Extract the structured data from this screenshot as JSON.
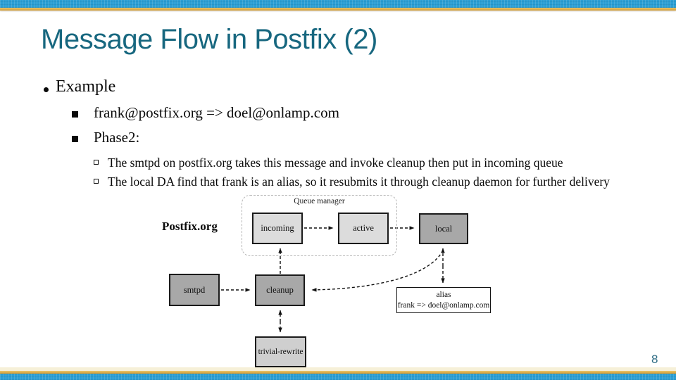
{
  "slide": {
    "title": "Message Flow in Postfix (2)",
    "page_number": "8"
  },
  "bullets": {
    "level1": "Example",
    "level2": [
      "frank@postfix.org => doel@onlamp.com",
      "Phase2:"
    ],
    "level3": [
      "The smtpd on postfix.org takes this message and invoke cleanup then put in incoming queue",
      "The local DA find that frank is an alias, so it resubmits it through cleanup daemon for further delivery"
    ]
  },
  "diagram": {
    "site_label": "Postfix.org",
    "queue_manager_label": "Queue manager",
    "nodes": {
      "incoming": "incoming",
      "active": "active",
      "local": "local",
      "smtpd": "smtpd",
      "cleanup": "cleanup",
      "trivial_rewrite": "trivial-rewrite",
      "alias_line1": "alias",
      "alias_line2": "frank => doel@onlamp.com"
    }
  },
  "colors": {
    "header_blue": "#2b9ed3",
    "accent_gold": "#d9a43c",
    "title_teal": "#17677f",
    "box_dark_gray": "#a8a8a8",
    "box_light_gray": "#dcdcdc",
    "box_mid_gray": "#cfcfcf",
    "page_number_teal": "#2f6d85"
  }
}
